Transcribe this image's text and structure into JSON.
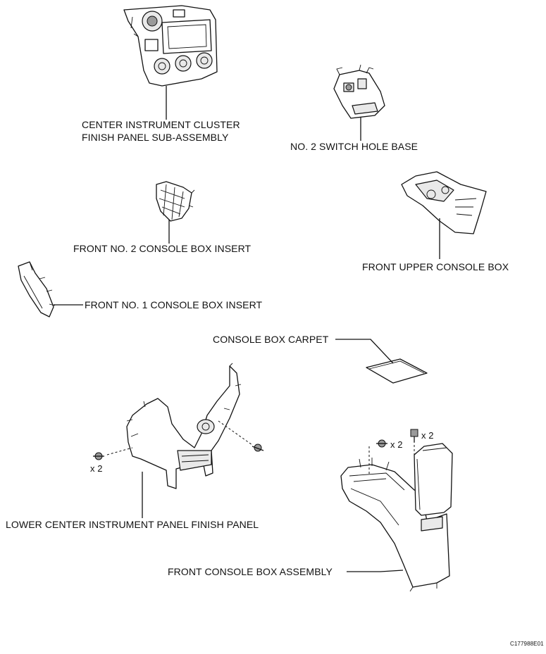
{
  "labels": {
    "center_cluster_line1": "CENTER INSTRUMENT CLUSTER",
    "center_cluster_line2": "FINISH PANEL SUB-ASSEMBLY",
    "switch_hole_base": "NO. 2 SWITCH HOLE BASE",
    "front_no2_insert": "FRONT NO. 2 CONSOLE BOX INSERT",
    "front_upper_console": "FRONT UPPER CONSOLE BOX",
    "front_no1_insert": "FRONT NO. 1 CONSOLE BOX INSERT",
    "console_box_carpet": "CONSOLE BOX CARPET",
    "lower_center_panel": "LOWER CENTER INSTRUMENT PANEL FINISH PANEL",
    "front_console_assembly": "FRONT CONSOLE BOX ASSEMBLY",
    "qty_lower_screws": "x 2",
    "qty_console_clip": "x 2",
    "qty_console_bolt": "x 2",
    "figure_code": "C177988E01"
  }
}
